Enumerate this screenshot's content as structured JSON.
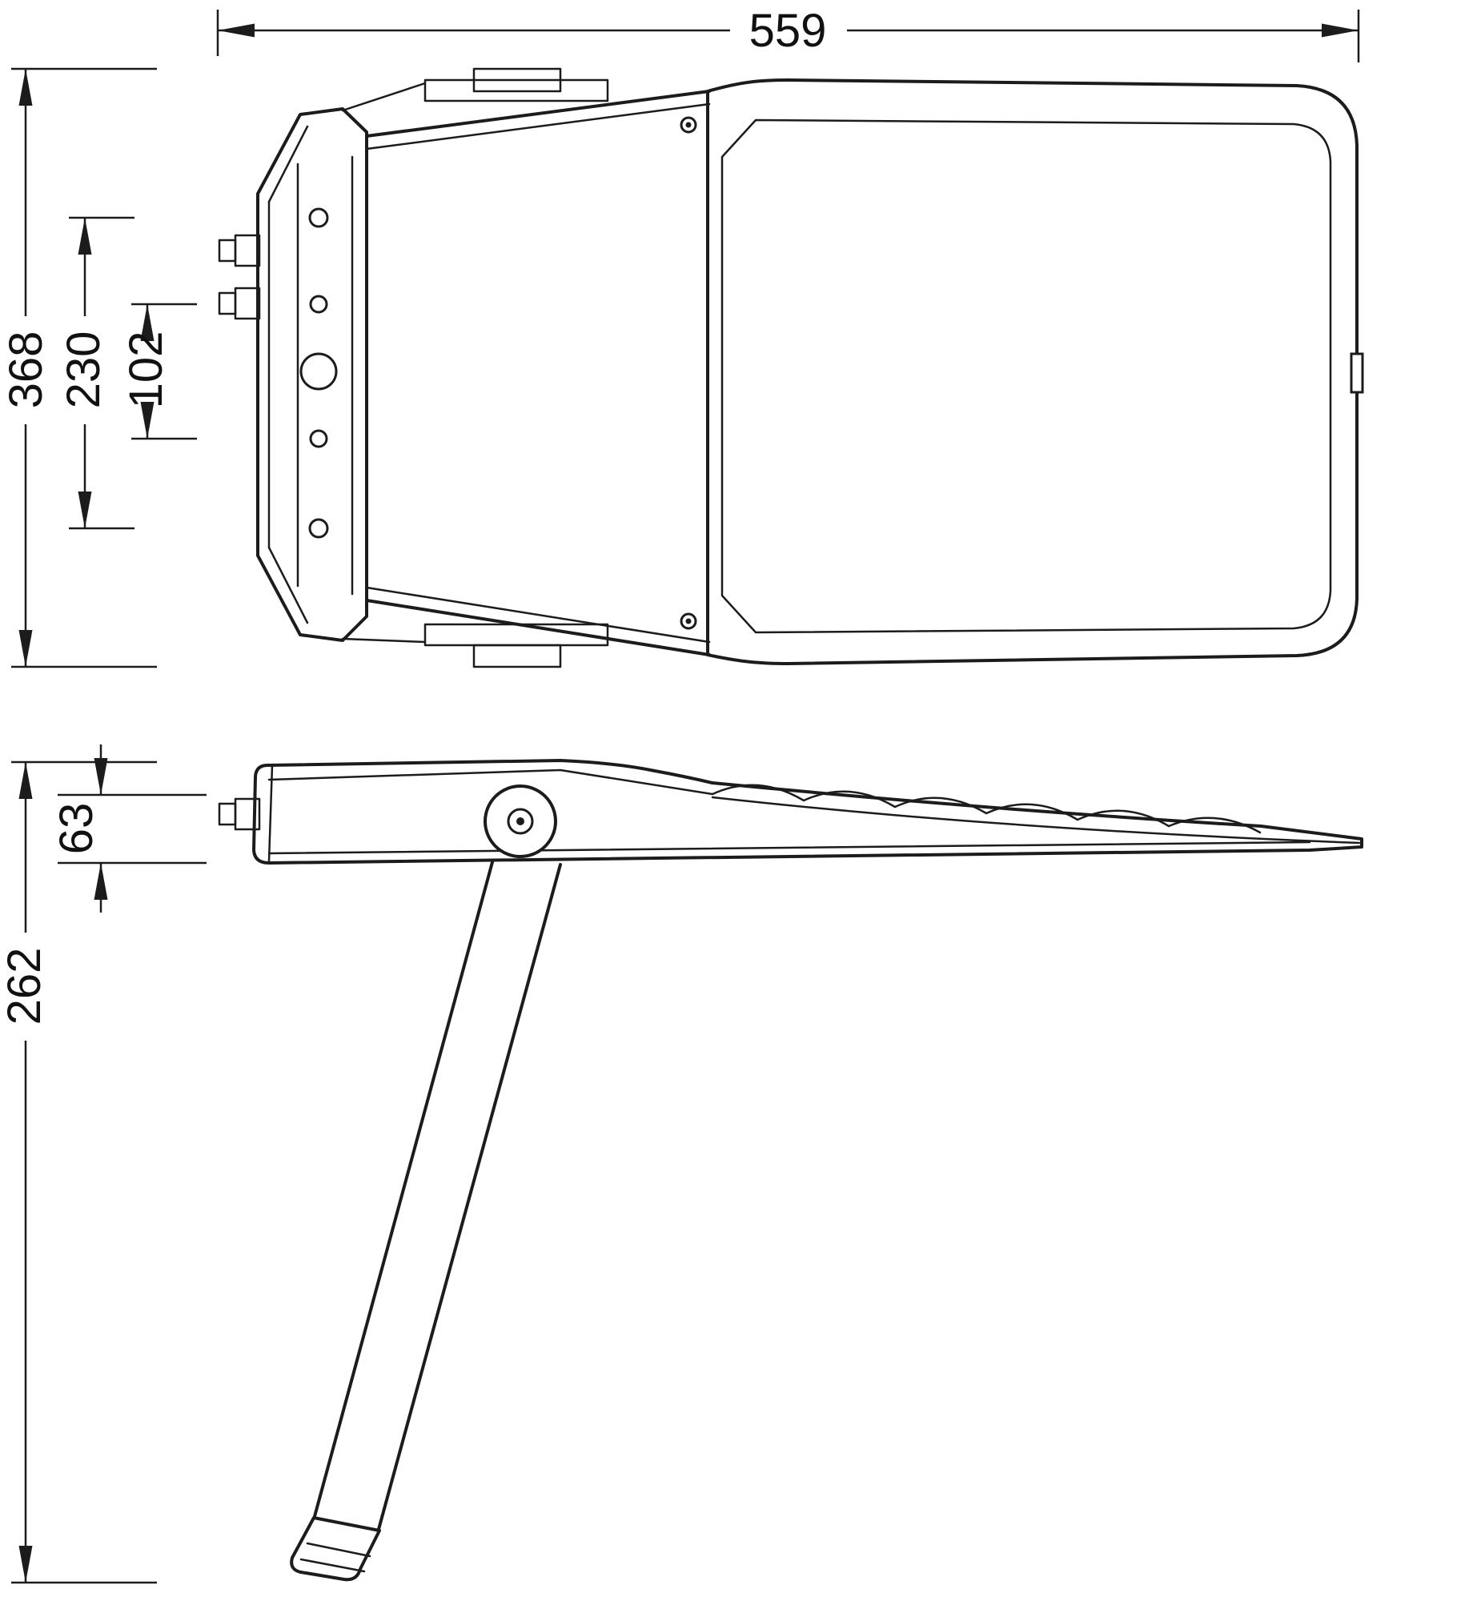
{
  "drawing": {
    "background": "#ffffff",
    "line_color": "#1c1c1c",
    "dimensions": {
      "overall_width": "559",
      "overall_height": "368",
      "mount_hole_spacing_outer": "230",
      "mount_hole_spacing_inner": "102",
      "housing_thickness": "63",
      "overall_depth_with_bracket": "262"
    }
  }
}
